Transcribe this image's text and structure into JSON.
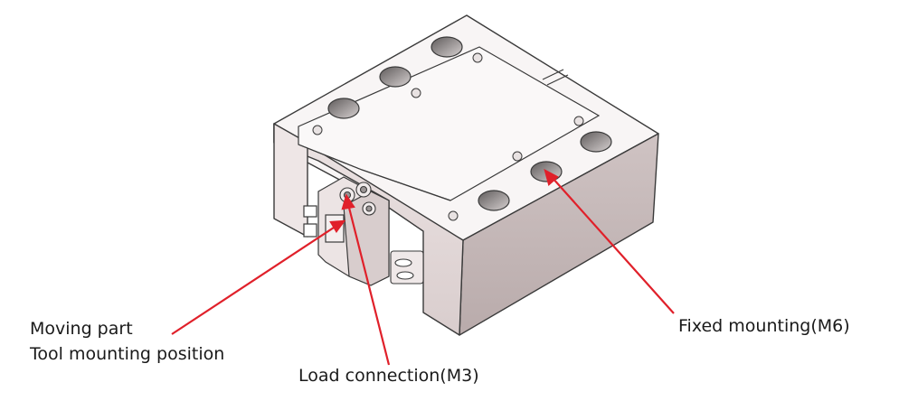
{
  "labels": {
    "moving_part_line1": "Moving part",
    "moving_part_line2": "Tool mounting position",
    "load_connection": "Load connection(M3)",
    "fixed_mounting": "Fixed mounting(M6)"
  },
  "colors": {
    "callout_arrow": "#e0202a",
    "outline": "#3a3a3a",
    "top_face": "#f7f4f4",
    "front_face": "#e3d9d9",
    "side_face": "#c9bcbc",
    "hole": "#8b8686"
  }
}
